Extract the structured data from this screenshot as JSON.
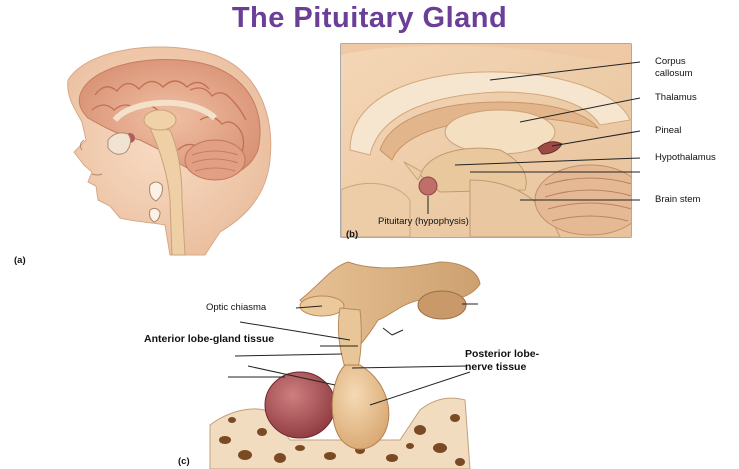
{
  "title": "The Pituitary Gland",
  "panels": {
    "a": "(a)",
    "b": "(b)",
    "c": "(c)"
  },
  "panel_b_labels": {
    "corpus_callosum": "Corpus\ncallosum",
    "thalamus": "Thalamus",
    "pineal": "Pineal",
    "hypothalamus": "Hypothalamus",
    "brain_stem": "Brain stem",
    "pituitary": "Pituitary (hypophysis)"
  },
  "panel_c_labels": {
    "optic_chiasma": "Optic chiasma",
    "anterior": "Anterior lobe-gland tissue",
    "posterior": "Posterior lobe-\nnerve tissue"
  },
  "colors": {
    "title": "#6b3e98",
    "skin": "#f3cdb1",
    "brain": "#e7a98c",
    "tissue": "#e8c79a",
    "anterior_lobe": "#b45a5e",
    "posterior_lobe": "#e9c38f",
    "bone": "#f1dcc0"
  }
}
